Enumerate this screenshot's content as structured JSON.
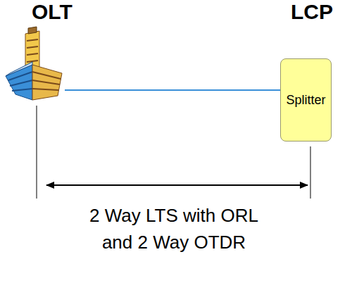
{
  "diagram": {
    "nodes": [
      {
        "text": [
          "OLT"
        ]
      },
      {
        "text": [
          "LCP",
          "Splitter"
        ]
      }
    ],
    "edges": [
      {
        "from": 0,
        "to": 1,
        "arrow": "none"
      }
    ],
    "labels": [
      "2 Way LTS with ORL and 2 Way OTDR"
    ]
  }
}
